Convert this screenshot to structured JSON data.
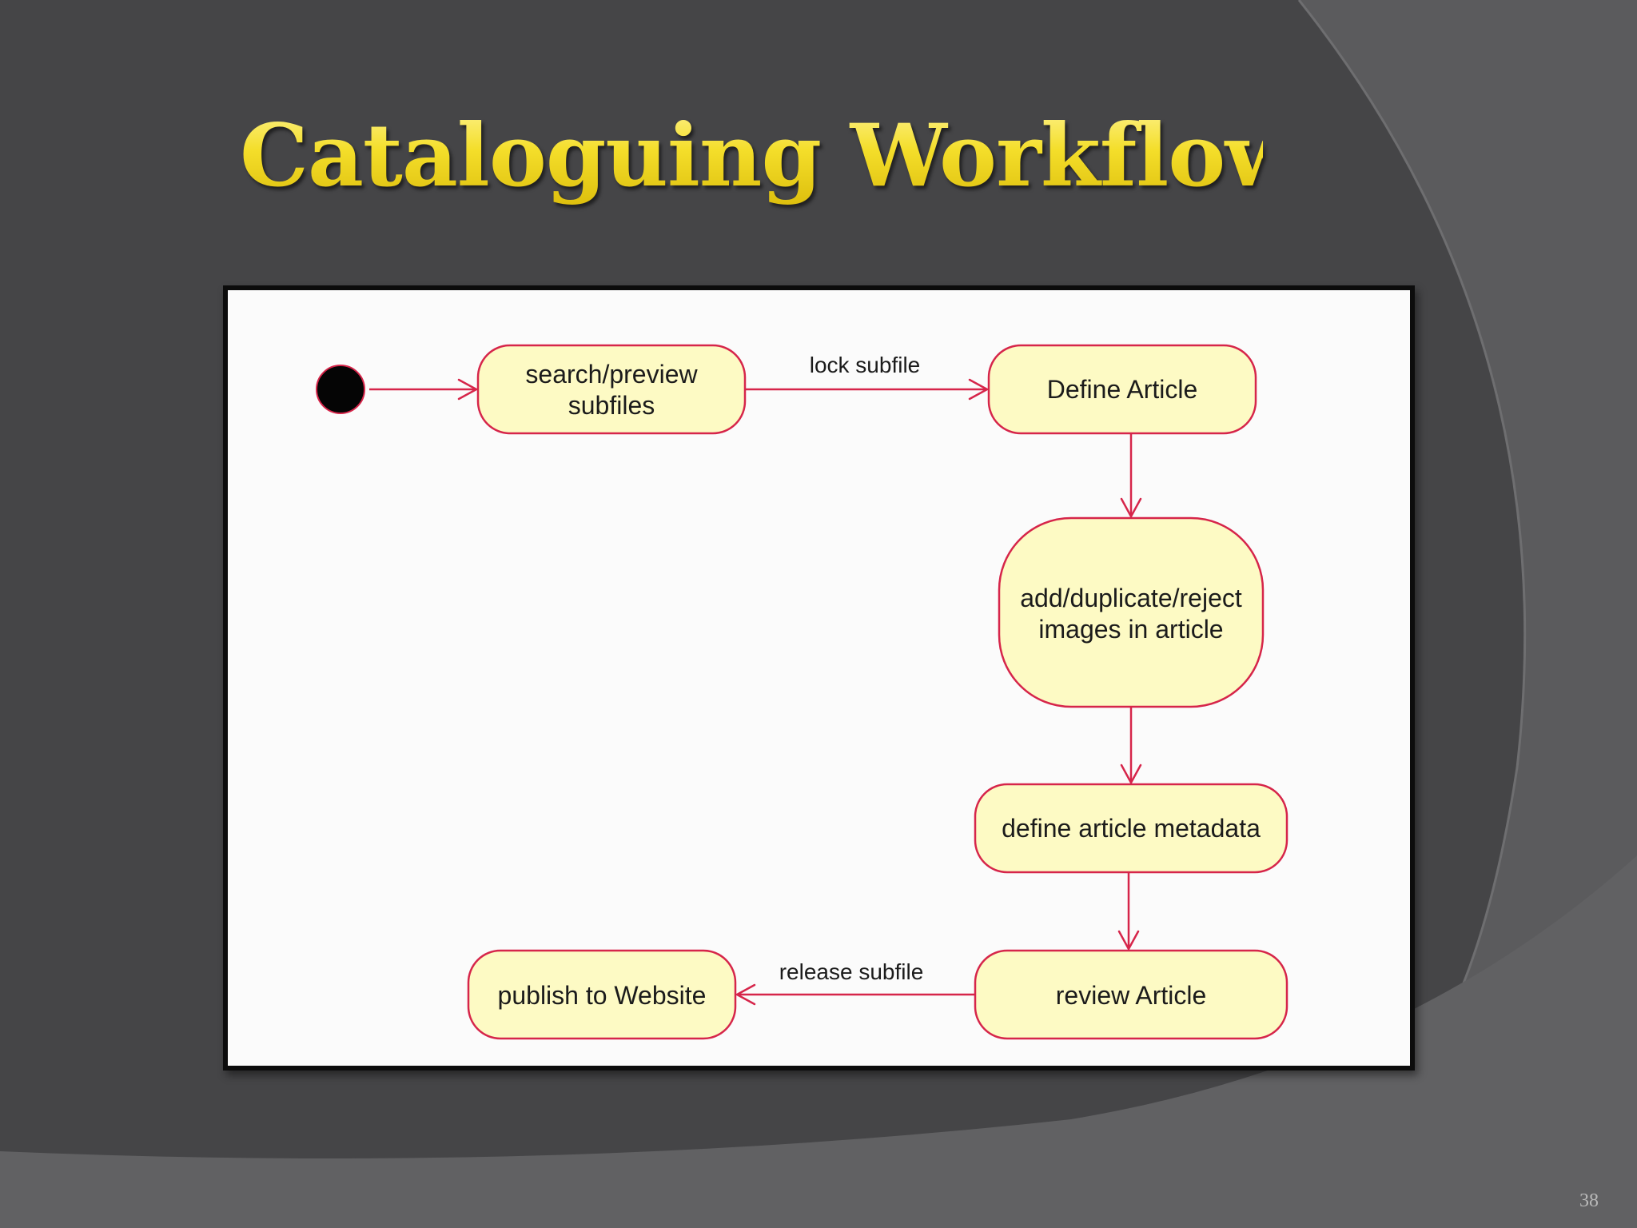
{
  "slide": {
    "title": "Cataloguing Workflow",
    "page_number": "38"
  },
  "diagram": {
    "nodes": {
      "search_preview": [
        "search/preview",
        "subfiles"
      ],
      "define_article": [
        "Define Article"
      ],
      "add_duplicate_reject": [
        "add/duplicate/reject",
        "images in article"
      ],
      "define_metadata": [
        "define article metadata"
      ],
      "review_article": [
        "review Article"
      ],
      "publish": [
        "publish to Website"
      ]
    },
    "edges": {
      "lock_subfile": "lock subfile",
      "release_subfile": "release subfile"
    }
  },
  "colors": {
    "node_fill": "#fdfac4",
    "node_border": "#d6254a",
    "arrow": "#d6254a",
    "title": "#f4de2a",
    "background": "#454547"
  }
}
